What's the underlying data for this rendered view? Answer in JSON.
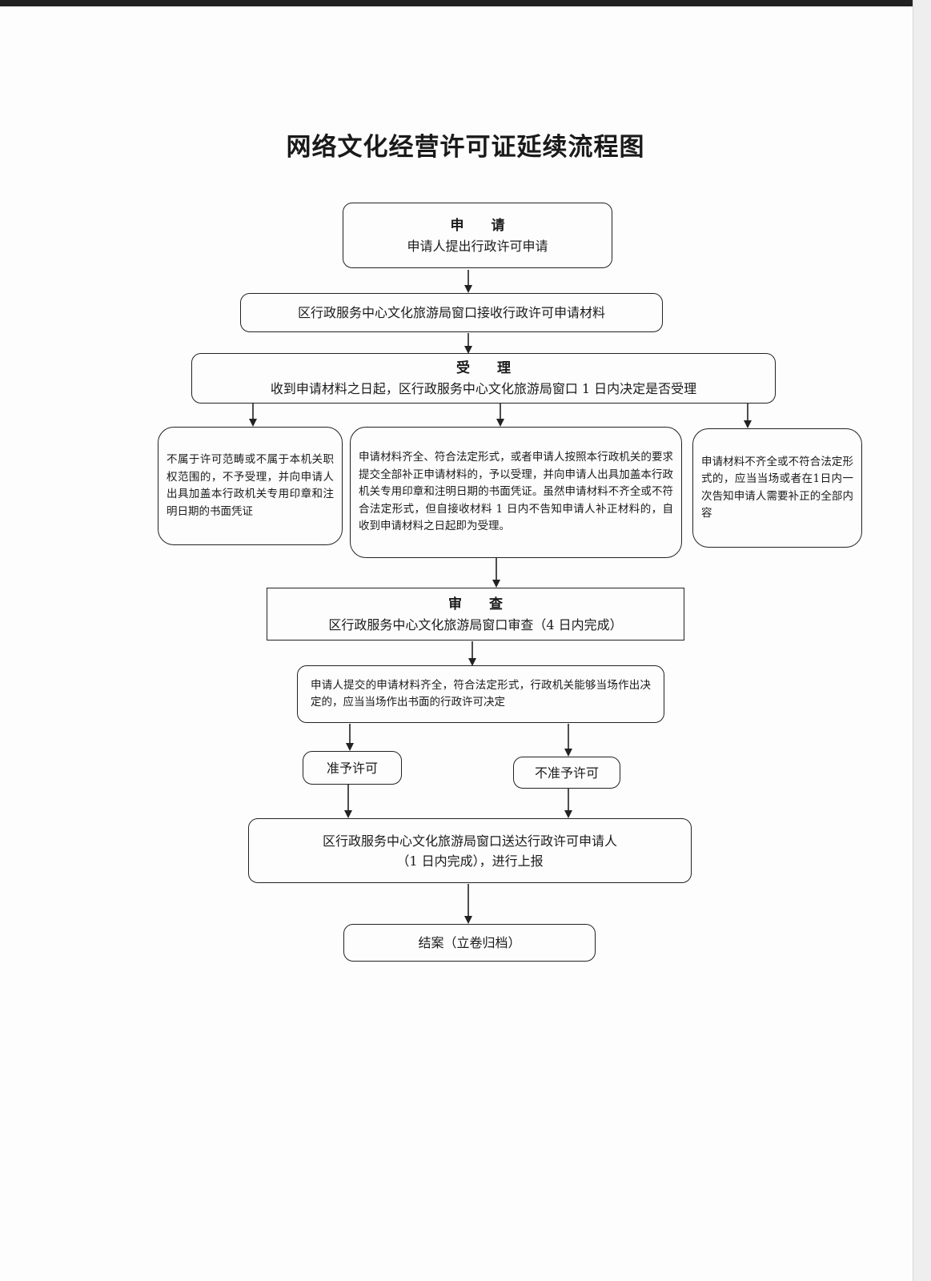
{
  "title": "网络文化经营许可证延续流程图",
  "nodes": {
    "apply": {
      "heading": "申 请",
      "text": "申请人提出行政许可申请"
    },
    "receive": {
      "text": "区行政服务中心文化旅游局窗口接收行政许可申请材料"
    },
    "accept": {
      "heading": "受 理",
      "text": "收到申请材料之日起，区行政服务中心文化旅游局窗口 1 日内决定是否受理"
    },
    "reject_scope": {
      "text": "不属于许可范畴或不属于本机关职权范围的，不予受理，并向申请人出具加盖本行政机关专用印章和注明日期的书面凭证"
    },
    "accepted": {
      "text": "申请材料齐全、符合法定形式，或者申请人按照本行政机关的要求提交全部补正申请材料的，予以受理，并向申请人出具加盖本行政机关专用印章和注明日期的书面凭证。虽然申请材料不齐全或不符合法定形式，但自接收材料 1 日内不告知申请人补正材料的，自收到申请材料之日起即为受理。"
    },
    "incomplete": {
      "text": "申请材料不齐全或不符合法定形式的，应当当场或者在1日内一次告知申请人需要补正的全部内容"
    },
    "review": {
      "heading": "审 查",
      "text": "区行政服务中心文化旅游局窗口审查（4 日内完成）"
    },
    "onsite": {
      "text": "申请人提交的申请材料齐全，符合法定形式，行政机关能够当场作出决定的，应当当场作出书面的行政许可决定"
    },
    "approve": {
      "text": "准予许可"
    },
    "deny": {
      "text": "不准予许可"
    },
    "deliver": {
      "line1": "区行政服务中心文化旅游局窗口送达行政许可申请人",
      "line2": "（1 日内完成），进行上报"
    },
    "close": {
      "text": "结案（立卷归档）"
    }
  }
}
